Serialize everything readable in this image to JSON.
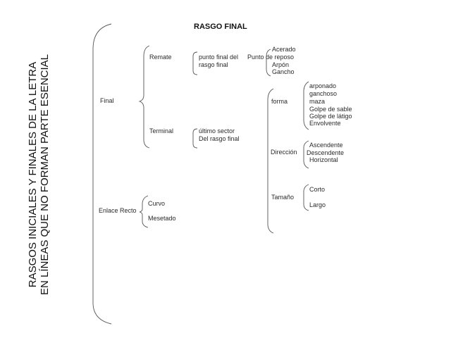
{
  "side_title": {
    "line1": "RASGOS INICIALES Y FINALES DE LA LETRA",
    "line2": "EN LÍNEAS QUE NO FORMAN PARTE ESENCIAL"
  },
  "title": "RASGO FINAL",
  "nodes": {
    "final": "Final",
    "enlace_recto": "Enlace  Recto",
    "remate": "Remate",
    "terminal": "Terminal",
    "curvo": "Curvo",
    "mesetado": "Mesetado",
    "remate_desc": [
      "punto final del",
      "rasgo final"
    ],
    "terminal_desc": [
      "último sector",
      "Del rasgo final"
    ],
    "punto_reposo": "Punto de reposo",
    "punto_types": [
      "Acerado",
      "Arpón",
      "Gancho"
    ],
    "forma": "forma",
    "forma_types": [
      "arponado",
      "ganchoso",
      "maza",
      "Golpe de sable",
      "Golpe de látigo",
      "Envolvente"
    ],
    "direccion": "Dirección",
    "direccion_types": [
      "Ascendente",
      "Descendente",
      "Horizontal"
    ],
    "tamano": "Tamaño",
    "tamano_types": [
      "Corto",
      "Largo"
    ]
  }
}
